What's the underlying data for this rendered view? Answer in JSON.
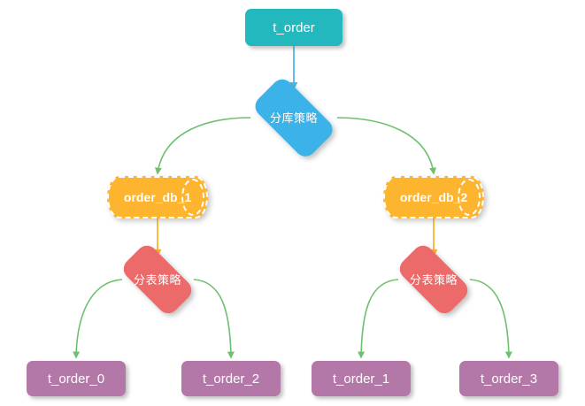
{
  "diagram": {
    "title": "database sharding and table sharding strategy flow",
    "colors": {
      "logical_table": "#22b8bd",
      "db_strategy": "#3bb3e8",
      "database": "#fdb42e",
      "table_strategy": "#ec6a6a",
      "physical_table": "#b378a8",
      "edge_blue": "#4bb8e8",
      "edge_green": "#6ec06e",
      "edge_orange": "#fdb42e",
      "background": "#ffffff"
    },
    "nodes": {
      "logical_table": {
        "label": "t_order",
        "shape": "rounded-rect"
      },
      "db_strategy": {
        "label": "分库策略",
        "shape": "diamond"
      },
      "db_1": {
        "label": "order_db_1",
        "shape": "cylinder"
      },
      "db_2": {
        "label": "order_db_2",
        "shape": "cylinder"
      },
      "table_strategy_left": {
        "label": "分表策略",
        "shape": "diamond"
      },
      "table_strategy_right": {
        "label": "分表策略",
        "shape": "diamond"
      },
      "table_0": {
        "label": "t_order_0",
        "shape": "rounded-rect"
      },
      "table_2": {
        "label": "t_order_2",
        "shape": "rounded-rect"
      },
      "table_1": {
        "label": "t_order_1",
        "shape": "rounded-rect"
      },
      "table_3": {
        "label": "t_order_3",
        "shape": "rounded-rect"
      }
    },
    "edges": [
      {
        "from": "logical_table",
        "to": "db_strategy",
        "color": "#4bb8e8",
        "style": "straight"
      },
      {
        "from": "db_strategy",
        "to": "db_1",
        "color": "#6ec06e",
        "style": "curve"
      },
      {
        "from": "db_strategy",
        "to": "db_2",
        "color": "#6ec06e",
        "style": "curve"
      },
      {
        "from": "db_1",
        "to": "table_strategy_left",
        "color": "#fdb42e",
        "style": "straight"
      },
      {
        "from": "db_2",
        "to": "table_strategy_right",
        "color": "#fdb42e",
        "style": "straight"
      },
      {
        "from": "table_strategy_left",
        "to": "table_0",
        "color": "#6ec06e",
        "style": "curve"
      },
      {
        "from": "table_strategy_left",
        "to": "table_2",
        "color": "#6ec06e",
        "style": "curve"
      },
      {
        "from": "table_strategy_right",
        "to": "table_1",
        "color": "#6ec06e",
        "style": "curve"
      },
      {
        "from": "table_strategy_right",
        "to": "table_3",
        "color": "#6ec06e",
        "style": "curve"
      }
    ]
  }
}
